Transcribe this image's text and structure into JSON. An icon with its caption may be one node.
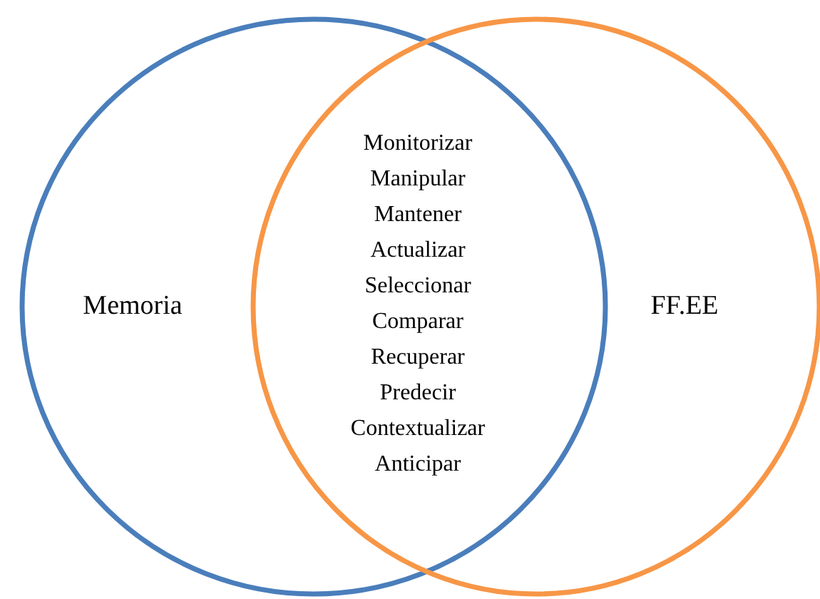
{
  "diagram": {
    "nodes": [
      {
        "text": [
          "Memoria"
        ]
      },
      {
        "text": [
          "FF.EE"
        ]
      }
    ],
    "labels": [
      "Monitorizar",
      "Manipular",
      "Mantener",
      "Actualizar",
      "Seleccionar",
      "Comparar",
      "Recuperar",
      "Predecir",
      "Contextualizar",
      "Anticipar"
    ]
  }
}
